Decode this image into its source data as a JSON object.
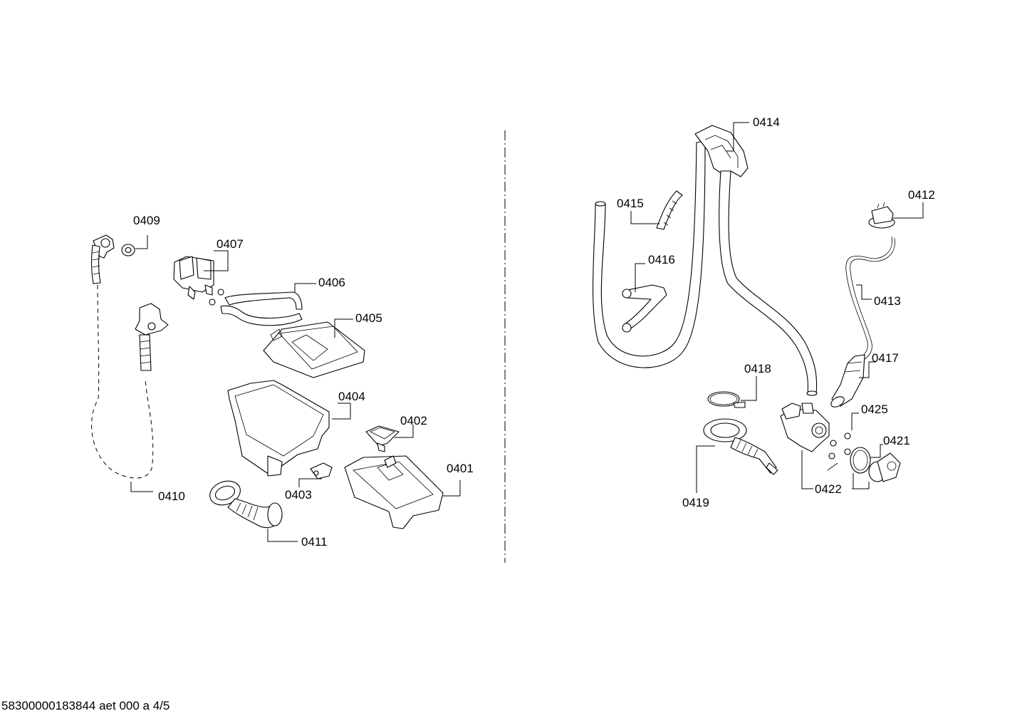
{
  "footer": {
    "document_code": "58300000183844 aet 000 a 4/5"
  },
  "callouts": {
    "c0401": "0401",
    "c0402": "0402",
    "c0403": "0403",
    "c0404": "0404",
    "c0405": "0405",
    "c0406": "0406",
    "c0407": "0407",
    "c0409": "0409",
    "c0410": "0410",
    "c0411": "0411",
    "c0412": "0412",
    "c0413": "0413",
    "c0414": "0414",
    "c0415": "0415",
    "c0416": "0416",
    "c0417": "0417",
    "c0418": "0418",
    "c0419": "0419",
    "c0421": "0421",
    "c0422": "0422",
    "c0425": "0425"
  },
  "colors": {
    "line": "#000000",
    "background": "#ffffff"
  }
}
